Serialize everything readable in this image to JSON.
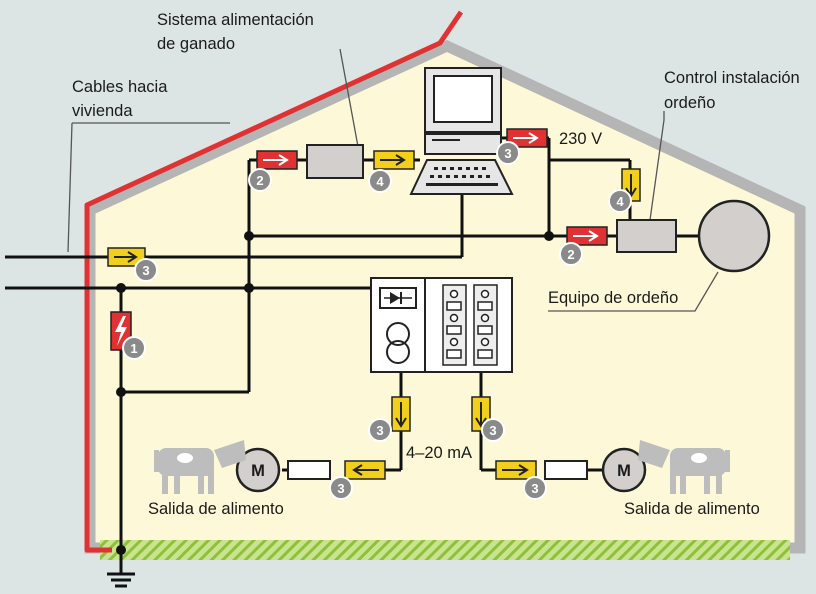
{
  "labels": {
    "livestock_supply": [
      "Sistema alimentación",
      "de ganado"
    ],
    "cables_to_house": [
      "Cables hacia",
      "vivienda"
    ],
    "milking_control": [
      "Control instalación",
      "ordeño"
    ],
    "voltage": "230 V",
    "milking_equipment": "Equipo de ordeño",
    "current_loop": "4–20 mA",
    "feed_outlet_left": "Salida de alimento",
    "feed_outlet_right": "Salida de alimento",
    "motor": "M"
  },
  "device_numbers": [
    "1",
    "2",
    "3",
    "4"
  ],
  "colors": {
    "background": "#dde5e4",
    "house_fill": "#fdf9d8",
    "roof_edge": "#b5b5b5",
    "lightning_conductor": "#e03232",
    "surge_protector_yellow": "#f2cf1a",
    "surge_protector_red": "#e03232",
    "wire": "#1a1a1a",
    "ground": "#a9d25a",
    "number_badge": "#8a8a8a",
    "device_box": "#d2cfcd"
  },
  "icons": [
    "computer-icon",
    "cow-icon",
    "motor-icon",
    "ground-symbol-icon",
    "lightning-icon",
    "transformer-icon"
  ]
}
